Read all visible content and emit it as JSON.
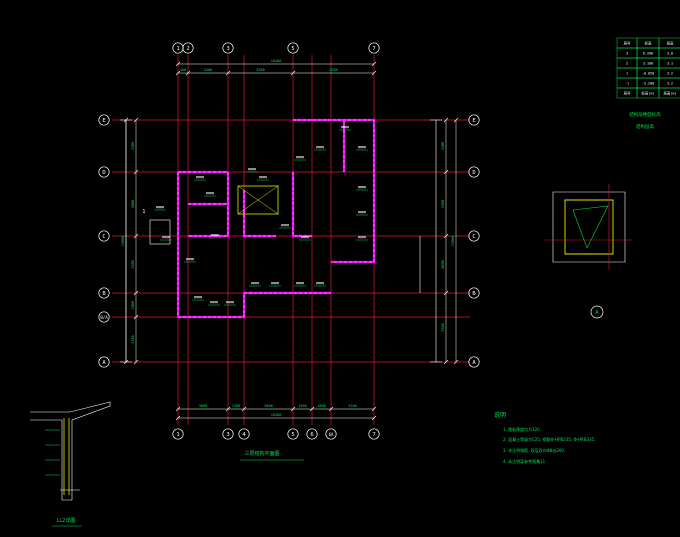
{
  "drawing": {
    "title": "三层结构平面图",
    "ring_detail_label": "A",
    "wall_detail_label": "LL2详图",
    "left_marker": "1"
  },
  "colors": {
    "background": "#000000",
    "axis": "#e0182c",
    "wall": "#ff00ff",
    "green": "#00e050",
    "cyan": "#20e0e0",
    "white": "#ffffff",
    "yellow": "#e8e800"
  },
  "axes": {
    "top": [
      "1",
      "2",
      "3",
      "5",
      "7"
    ],
    "bottom": [
      "1",
      "3",
      "4",
      "5",
      "6",
      "6A",
      "7"
    ],
    "left": [
      "E",
      "D",
      "C",
      "B",
      "A"
    ],
    "left_extra": "B/A",
    "right": [
      "E",
      "D",
      "C",
      "B",
      "A"
    ]
  },
  "dims": {
    "top_total": "16400",
    "top_segments": [
      "300",
      "3400",
      "3900",
      "4200"
    ],
    "bottom_total": "16400",
    "bottom_segments": [
      "3600",
      "1200",
      "3600",
      "1500",
      "1800",
      "3200"
    ],
    "left_total": "15800",
    "left_segments": [
      "3300",
      "3000",
      "3300",
      "1800",
      "3300"
    ],
    "right_total": "15800",
    "right_segments": [
      "3300",
      "3300",
      "4000",
      "3300"
    ]
  },
  "level_table": {
    "headers": [
      "层号",
      "标高",
      "层高"
    ],
    "rows": [
      [
        "3",
        "6.200",
        "3.0"
      ],
      [
        "2",
        "3.100",
        "3.1"
      ],
      [
        "1",
        "-0.050",
        "3.2"
      ],
      [
        "-1",
        "-3.200",
        "3.2"
      ],
      [
        "层号",
        "标高(m)",
        "层高(m)"
      ]
    ],
    "caption": "结构层楼面标高",
    "subcaption": "结构层高"
  },
  "notes": {
    "heading": "说明",
    "items": [
      "1. 楼板厚度均为120.",
      "2. 混凝土等级为C25, 钢筋Φ-HPB235, Φ-HRB335.",
      "3. 未注明钢筋, 双层双向Φ8@200.",
      "4. 未注明梁参考图集11"
    ]
  }
}
